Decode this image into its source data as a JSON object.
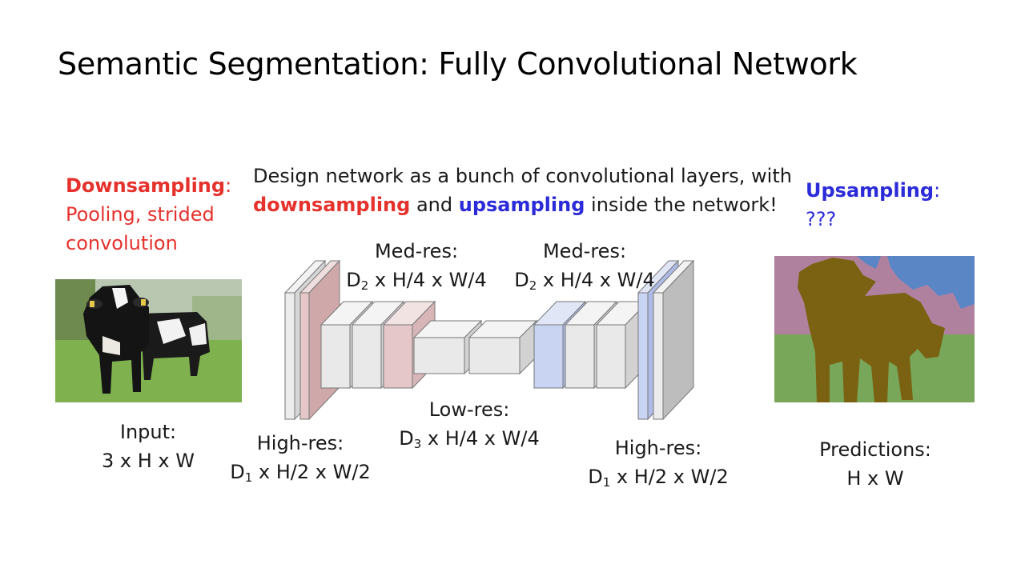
{
  "title": "Semantic Segmentation: Fully Convolutional Network",
  "downsampling": {
    "keyword": "Downsampling",
    "colon": ":",
    "line2": "Pooling, strided",
    "line3": "convolution"
  },
  "upsampling": {
    "keyword": "Upsampling",
    "colon": ":",
    "line2": "???"
  },
  "description": {
    "line1": "Design network as a bunch of convolutional layers, with",
    "down_word": "downsampling",
    "and_word": " and ",
    "up_word": "upsampling",
    "tail": " inside the network!"
  },
  "labels": {
    "input_l1": "Input:",
    "input_l2": "3 x H x W",
    "high_res_left_l1": "High-res:",
    "high_res_left_d": "D",
    "high_res_left_sub": "1",
    "high_res_left_rest": " x H/2 x W/2",
    "med_res_left_l1": "Med-res:",
    "med_res_left_d": "D",
    "med_res_left_sub": "2",
    "med_res_left_rest": " x H/4 x W/4",
    "low_res_l1": "Low-res:",
    "low_res_d": "D",
    "low_res_sub": "3",
    "low_res_rest": " x H/4 x W/4",
    "med_res_right_l1": "Med-res:",
    "med_res_right_d": "D",
    "med_res_right_sub": "2",
    "med_res_right_rest": " x H/4 x W/4",
    "high_res_right_l1": "High-res:",
    "high_res_right_d": "D",
    "high_res_right_sub": "1",
    "high_res_right_rest": " x H/2 x W/2",
    "pred_l1": "Predictions:",
    "pred_l2": "H x W"
  },
  "colors": {
    "red_text": "#e5322d",
    "blue_text": "#2b2bd9",
    "pink_layer": "#e5c7c9",
    "blue_layer": "#c9d3f2",
    "gray_layer": "#e9e9e9",
    "seg_sky": "#5b86c6",
    "seg_building": "#b0819f",
    "seg_grass": "#78a75a",
    "seg_cow": "#7a6212"
  }
}
